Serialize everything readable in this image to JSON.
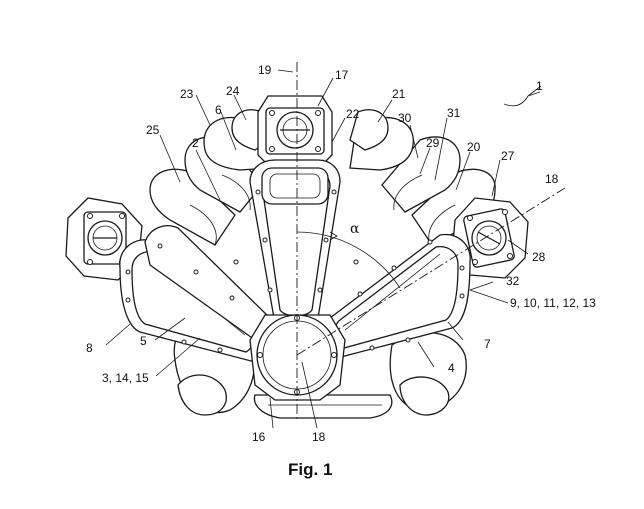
{
  "figure": {
    "caption": "Fig. 1",
    "angle_symbol": "α"
  },
  "labels": {
    "l1": "1",
    "l2": "2",
    "l3": "3, 14, 15",
    "l4": "4",
    "l5": "5",
    "l6": "6",
    "l7": "7",
    "l8": "8",
    "l9": "9, 10, 11, 12, 13",
    "l16": "16",
    "l17": "17",
    "l18a": "18",
    "l18b": "18",
    "l19": "19",
    "l20": "20",
    "l21": "21",
    "l22": "22",
    "l23": "23",
    "l24": "24",
    "l25": "25",
    "l27": "27",
    "l28": "28",
    "l29": "29",
    "l30": "30",
    "l31": "31",
    "l32": "32"
  }
}
